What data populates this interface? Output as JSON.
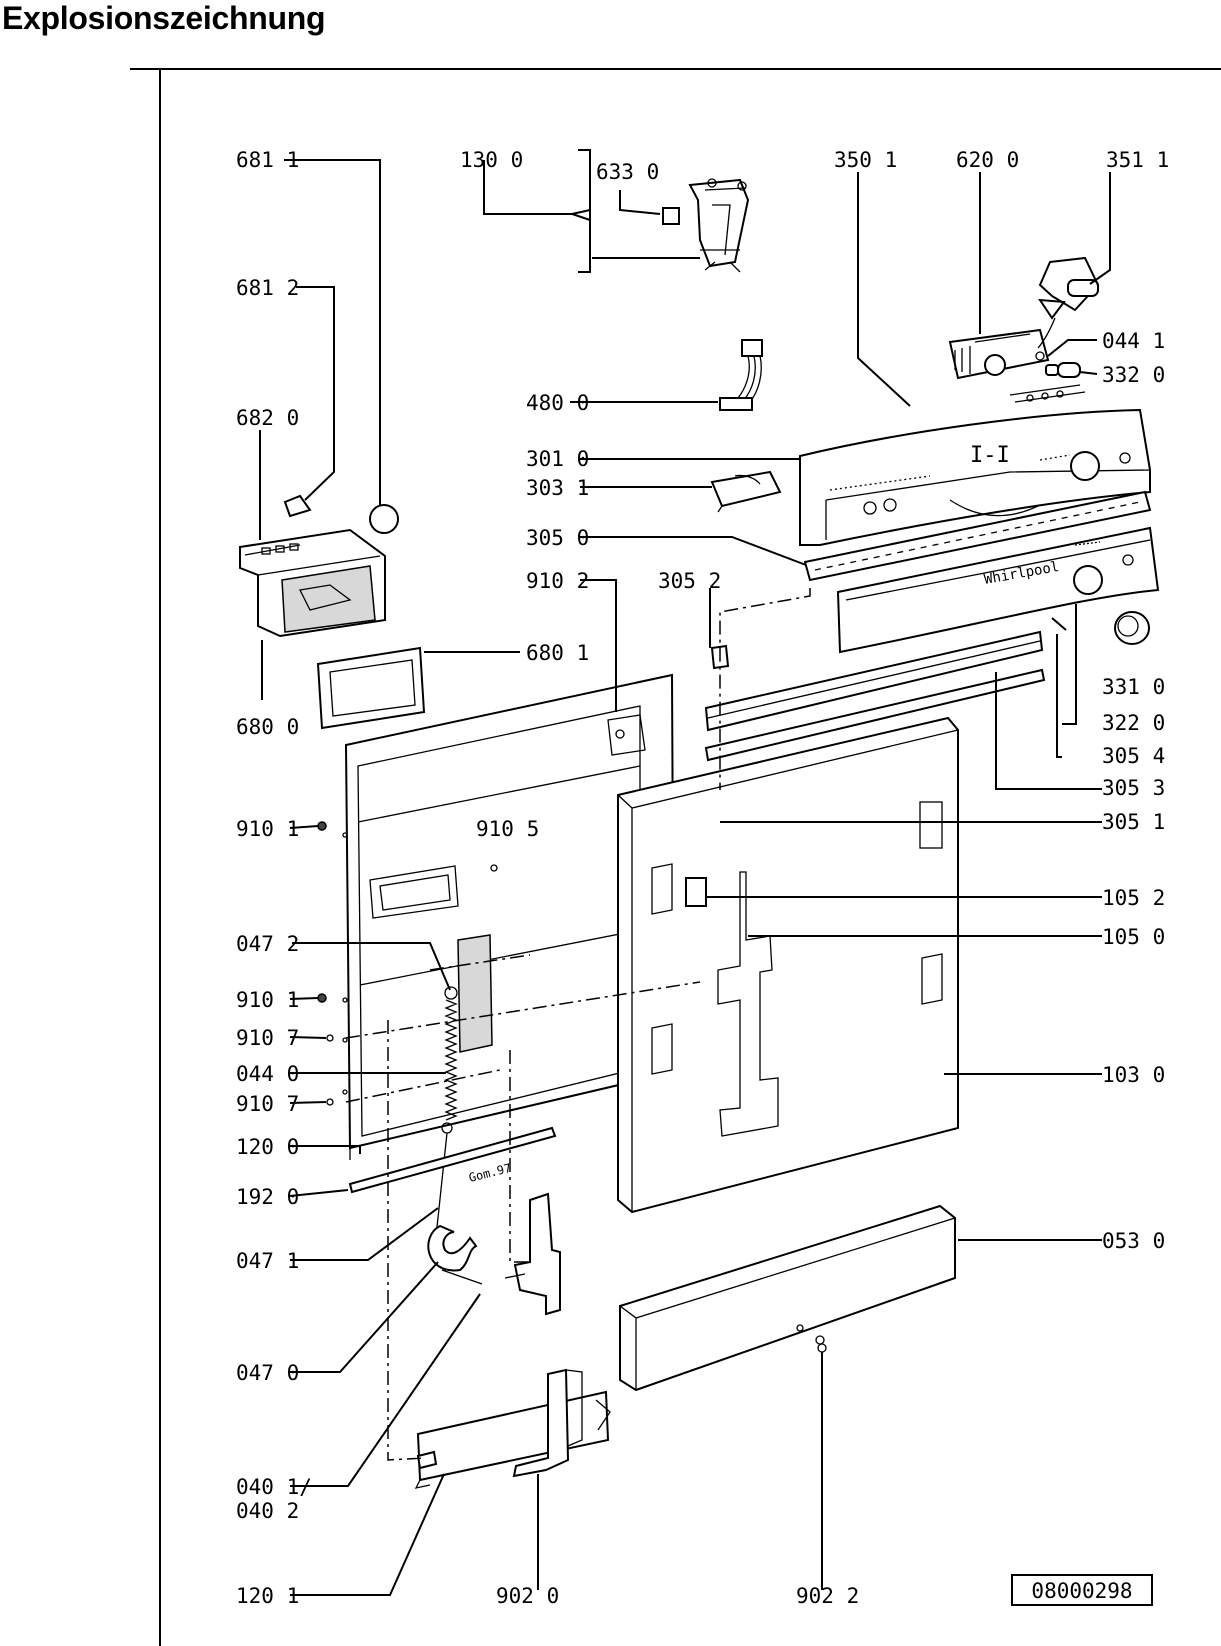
{
  "title": "Explosionszeichnung",
  "drawing_number": "08000298",
  "brand_text": "Whirlpool",
  "parts": [
    {
      "id": "p6811",
      "label": "681 1"
    },
    {
      "id": "p1300",
      "label": "130 0"
    },
    {
      "id": "p6330",
      "label": "633 0"
    },
    {
      "id": "p3501",
      "label": "350 1"
    },
    {
      "id": "p6200",
      "label": "620 0"
    },
    {
      "id": "p3511",
      "label": "351 1"
    },
    {
      "id": "p6812",
      "label": "681 2"
    },
    {
      "id": "p0441",
      "label": "044 1"
    },
    {
      "id": "p3320",
      "label": "332 0"
    },
    {
      "id": "p4800",
      "label": "480 0"
    },
    {
      "id": "p6820",
      "label": "682 0"
    },
    {
      "id": "p3010",
      "label": "301 0"
    },
    {
      "id": "p3031",
      "label": "303 1"
    },
    {
      "id": "p3050",
      "label": "305 0"
    },
    {
      "id": "p9102",
      "label": "910 2"
    },
    {
      "id": "p3052",
      "label": "305 2"
    },
    {
      "id": "p6801",
      "label": "680 1"
    },
    {
      "id": "p3310",
      "label": "331 0"
    },
    {
      "id": "p6800",
      "label": "680 0"
    },
    {
      "id": "p3220",
      "label": "322 0"
    },
    {
      "id": "p3054",
      "label": "305 4"
    },
    {
      "id": "p3053",
      "label": "305 3"
    },
    {
      "id": "p9101a",
      "label": "910 1"
    },
    {
      "id": "p9105",
      "label": "910 5"
    },
    {
      "id": "p3051",
      "label": "305 1"
    },
    {
      "id": "p1052",
      "label": "105 2"
    },
    {
      "id": "p0472",
      "label": "047 2"
    },
    {
      "id": "p1050",
      "label": "105 0"
    },
    {
      "id": "p9101b",
      "label": "910 1"
    },
    {
      "id": "p9107a",
      "label": "910 7"
    },
    {
      "id": "p0440",
      "label": "044 0"
    },
    {
      "id": "p1030",
      "label": "103 0"
    },
    {
      "id": "p9107b",
      "label": "910 7"
    },
    {
      "id": "p1200",
      "label": "120 0"
    },
    {
      "id": "p1920",
      "label": "192 0"
    },
    {
      "id": "p0471",
      "label": "047 1"
    },
    {
      "id": "p0530",
      "label": "053 0"
    },
    {
      "id": "p0470",
      "label": "047 0"
    },
    {
      "id": "p0401",
      "label": "040 1/"
    },
    {
      "id": "p0402",
      "label": "040 2"
    },
    {
      "id": "p1201",
      "label": "120 1"
    },
    {
      "id": "p9020",
      "label": "902 0"
    },
    {
      "id": "p9022",
      "label": "902 2"
    }
  ]
}
